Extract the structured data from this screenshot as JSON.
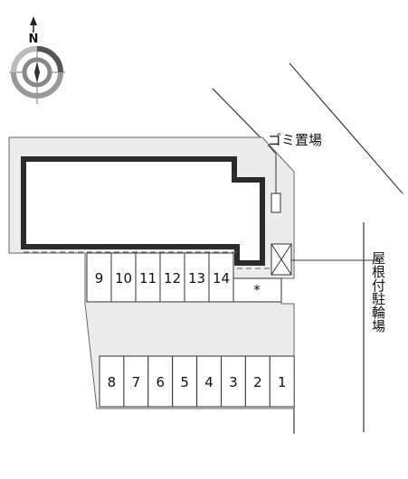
{
  "compass": {
    "north_label": "N",
    "icon": "compass-rose-icon"
  },
  "labels": {
    "garbage_area": "ゴミ置場",
    "bicycle_parking": "屋根付駐輪場"
  },
  "parking": {
    "top_row": [
      "9",
      "10",
      "11",
      "12",
      "13",
      "14"
    ],
    "special_space": "*",
    "bottom_row": [
      "8",
      "7",
      "6",
      "5",
      "4",
      "3",
      "2",
      "1"
    ]
  },
  "colors": {
    "lot_fill": "#ececec",
    "building_outline": "#2b2b2b",
    "line": "#444444"
  }
}
